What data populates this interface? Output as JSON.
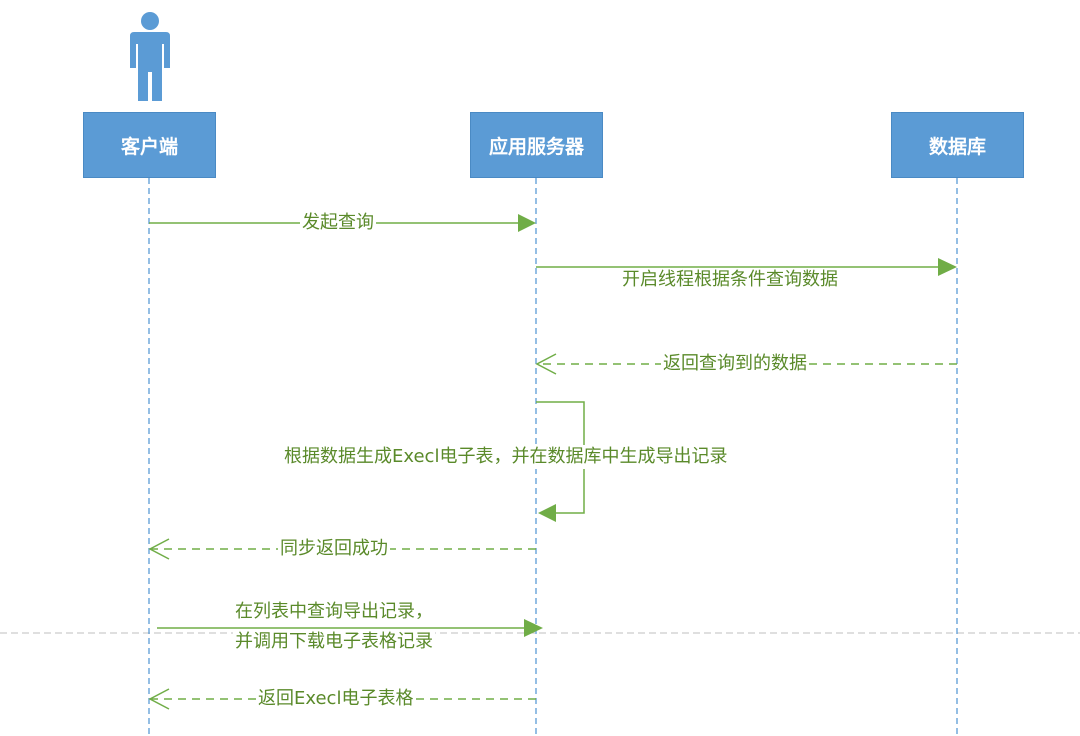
{
  "participants": {
    "client": "客户端",
    "app_server": "应用服务器",
    "database": "数据库"
  },
  "messages": {
    "m1": "发起查询",
    "m2": "开启线程根据条件查询数据",
    "m3": "返回查询到的数据",
    "m4": "根据数据生成Execl电子表，并在数据库中生成导出记录",
    "m5": "同步返回成功",
    "m6_line1": "在列表中查询导出记录，",
    "m6_line2": "并调用下载电子表格记录",
    "m7": "返回Execl电子表格"
  },
  "colors": {
    "participant_fill": "#5b9bd5",
    "lifeline": "#5b9bd5",
    "message": "#70ad47",
    "label": "#5a8a2a"
  }
}
